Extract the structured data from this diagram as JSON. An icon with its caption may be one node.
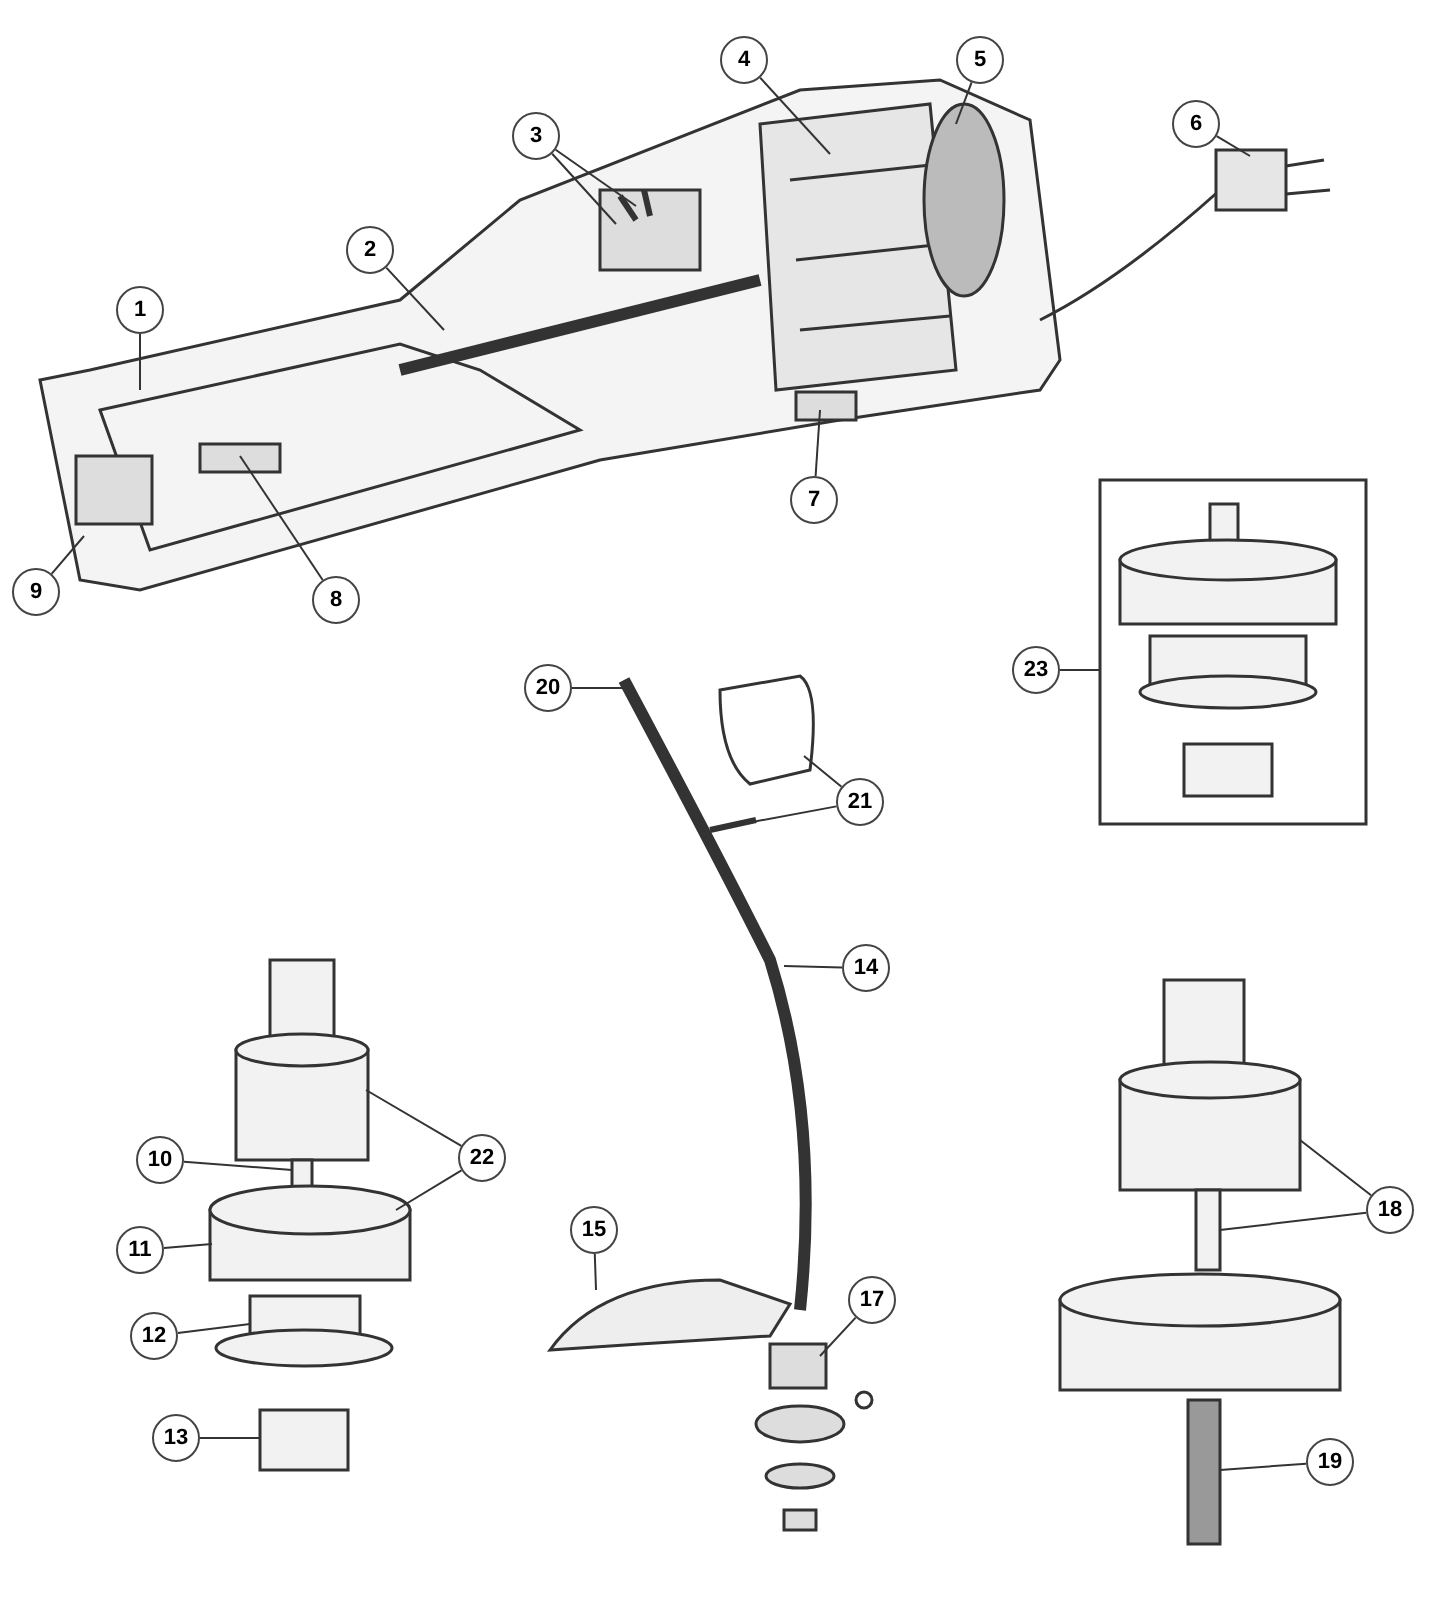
{
  "diagram": {
    "nodes": [
      {
        "text": [
          "1"
        ]
      },
      {
        "text": [
          "2"
        ]
      },
      {
        "text": [
          "3"
        ]
      },
      {
        "text": [
          "4"
        ]
      },
      {
        "text": [
          "5"
        ]
      },
      {
        "text": [
          "6"
        ]
      },
      {
        "text": [
          "7"
        ]
      },
      {
        "text": [
          "8"
        ]
      },
      {
        "text": [
          "9"
        ]
      },
      {
        "text": [
          "10"
        ]
      },
      {
        "text": [
          "11"
        ]
      },
      {
        "text": [
          "12"
        ]
      },
      {
        "text": [
          "13"
        ]
      },
      {
        "text": [
          "14"
        ]
      },
      {
        "text": [
          "15"
        ]
      },
      {
        "text": [
          "17"
        ]
      },
      {
        "text": [
          "18"
        ]
      },
      {
        "text": [
          "19"
        ]
      },
      {
        "text": [
          "20"
        ]
      },
      {
        "text": [
          "21"
        ]
      },
      {
        "text": [
          "22"
        ]
      },
      {
        "text": [
          "23"
        ]
      },
      {
        "text": [],
        "shape": "picture"
      },
      {
        "text": [],
        "shape": "picture"
      }
    ],
    "edges": [
      {
        "from": 0,
        "to": null,
        "arrow": "none"
      },
      {
        "from": 1,
        "to": null,
        "arrow": "none"
      },
      {
        "from": 2,
        "to": null,
        "arrow": "none"
      },
      {
        "from": 2,
        "to": null,
        "arrow": "none"
      },
      {
        "from": 3,
        "to": null,
        "arrow": "none"
      },
      {
        "from": 4,
        "to": null,
        "arrow": "none"
      },
      {
        "from": 5,
        "to": null,
        "arrow": "none"
      },
      {
        "from": 6,
        "to": null,
        "arrow": "none"
      },
      {
        "from": 7,
        "to": null,
        "arrow": "none"
      },
      {
        "from": 8,
        "to": null,
        "arrow": "none"
      },
      {
        "from": 9,
        "to": 22,
        "arrow": "none"
      },
      {
        "from": 10,
        "to": 22,
        "arrow": "none"
      },
      {
        "from": 11,
        "to": 22,
        "arrow": "none"
      },
      {
        "from": 12,
        "to": 22,
        "arrow": "none"
      },
      {
        "from": 13,
        "to": null,
        "arrow": "none"
      },
      {
        "from": 14,
        "to": null,
        "arrow": "none"
      },
      {
        "from": 15,
        "to": null,
        "arrow": "none"
      },
      {
        "from": 16,
        "to": 23,
        "arrow": "none"
      },
      {
        "from": 16,
        "to": 23,
        "arrow": "none"
      },
      {
        "from": 17,
        "to": 23,
        "arrow": "none"
      },
      {
        "from": 18,
        "to": null,
        "arrow": "none"
      },
      {
        "from": 19,
        "to": null,
        "arrow": "none"
      },
      {
        "from": 19,
        "to": null,
        "arrow": "none"
      },
      {
        "from": 20,
        "to": 22,
        "arrow": "none"
      },
      {
        "from": 20,
        "to": 22,
        "arrow": "none"
      },
      {
        "from": 21,
        "to": null,
        "arrow": "none"
      }
    ]
  }
}
